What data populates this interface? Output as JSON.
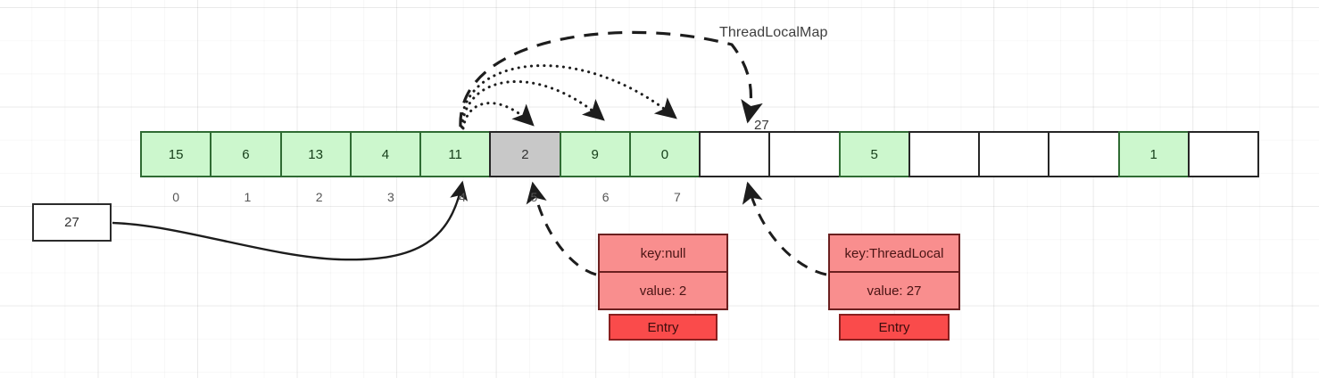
{
  "diagram": {
    "title": "ThreadLocalMap",
    "pointer_label": "27"
  },
  "source_box": {
    "name": "hash-source-box",
    "value": "27"
  },
  "array": {
    "name": "threadlocalmap-table",
    "cell_count": 16,
    "cells": [
      {
        "index": 0,
        "value": "15",
        "state": "green"
      },
      {
        "index": 1,
        "value": "6",
        "state": "green"
      },
      {
        "index": 2,
        "value": "13",
        "state": "green"
      },
      {
        "index": 3,
        "value": "4",
        "state": "green"
      },
      {
        "index": 4,
        "value": "11",
        "state": "green"
      },
      {
        "index": 5,
        "value": "2",
        "state": "grey"
      },
      {
        "index": 6,
        "value": "9",
        "state": "green"
      },
      {
        "index": 7,
        "value": "0",
        "state": "green"
      },
      {
        "index": 8,
        "value": "",
        "state": "empty"
      },
      {
        "index": 9,
        "value": "",
        "state": "empty"
      },
      {
        "index": 10,
        "value": "5",
        "state": "green"
      },
      {
        "index": 11,
        "value": "",
        "state": "empty"
      },
      {
        "index": 12,
        "value": "",
        "state": "empty"
      },
      {
        "index": 13,
        "value": "",
        "state": "empty"
      },
      {
        "index": 14,
        "value": "1",
        "state": "green"
      },
      {
        "index": 15,
        "value": "",
        "state": "empty"
      }
    ],
    "index_labels": [
      "0",
      "1",
      "2",
      "3",
      "4",
      "5",
      "6",
      "7"
    ]
  },
  "entries": [
    {
      "name": "entry-stale",
      "key": "key:null",
      "value": "value: 2",
      "tag": "Entry"
    },
    {
      "name": "entry-threadlocal",
      "key": "key:ThreadLocal",
      "value": "value: 27",
      "tag": "Entry"
    }
  ],
  "colors": {
    "green_fill": "#ccf7cd",
    "green_border": "#2f6b33",
    "grey_fill": "#c8c8c8",
    "entry_fill": "#f98e8e",
    "entry_tag_fill": "#fa4b4b",
    "stroke": "#262626"
  }
}
